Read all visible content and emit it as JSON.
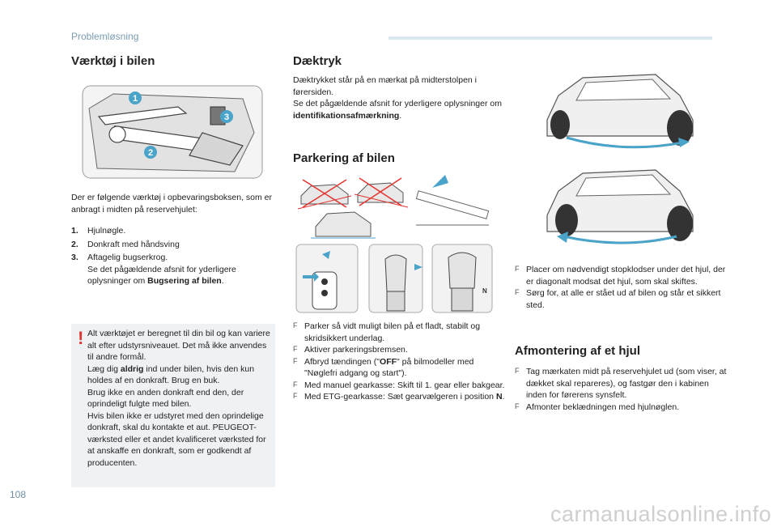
{
  "header": {
    "section": "Problemløsning"
  },
  "page_number": "108",
  "watermark": "carmanualsonline.info",
  "tools": {
    "title": "Værktøj i bilen",
    "callouts": [
      "1",
      "2",
      "3"
    ],
    "intro": "Der er følgende værktøj i opbevaringsboksen, som er anbragt i midten på reservehjulet:",
    "items": [
      {
        "num": "1.",
        "text": "Hjulnøgle."
      },
      {
        "num": "2.",
        "text": "Donkraft med håndsving"
      },
      {
        "num": "3.",
        "text": "Aftagelig bugserkrog.",
        "sub_pre": "Se det pågældende afsnit for yderligere oplysninger om ",
        "sub_bold": "Bugsering af bilen",
        "sub_post": "."
      }
    ]
  },
  "warning": {
    "mark": "!",
    "p1": "Alt værktøjet er beregnet til din bil og kan variere alt efter udstyrsniveauet. Det må ikke anvendes til andre formål.",
    "p2_pre": "Læg dig ",
    "p2_bold": "aldrig",
    "p2_post": " ind under bilen, hvis den kun holdes af en donkraft. Brug en buk.",
    "p3": "Brug ikke en anden donkraft end den, der oprindeligt fulgte med bilen.",
    "p4": "Hvis bilen ikke er udstyret med den oprindelige donkraft, skal du kontakte et aut. PEUGEOT-værksted eller et andet kvalificeret værksted for at anskaffe en donkraft, som er godkendt af producenten."
  },
  "tyre": {
    "title": "Dæktryk",
    "p1": "Dæktrykket står på en mærkat på midterstolpen i førersiden.",
    "p2_pre": "Se det pågældende afsnit for yderligere oplysninger om ",
    "p2_bold": "identifikationsafmærkning",
    "p2_post": "."
  },
  "parking": {
    "title": "Parkering af bilen",
    "gear_n": "N",
    "items": [
      {
        "text": "Parker så vidt muligt bilen på et fladt, stabilt og skridsikkert underlag."
      },
      {
        "text": "Aktiver parkeringsbremsen."
      },
      {
        "pre": "Afbryd tændingen (\"",
        "bold": "OFF",
        "post": "\" på bilmodeller med \"Nøglefri adgang og start\")."
      },
      {
        "text": "Med manuel gearkasse: Skift til 1. gear eller bakgear."
      },
      {
        "pre": "Med ETG-gearkasse: Sæt gearvælgeren i position ",
        "bold": "N",
        "post": "."
      }
    ]
  },
  "chocks": {
    "items": [
      "Placer om nødvendigt stopklodser under det hjul, der er diagonalt modsat det hjul, som skal skiftes.",
      "Sørg for, at alle er stået ud af bilen og står et sikkert sted."
    ]
  },
  "removal": {
    "title": "Afmontering af et hjul",
    "items": [
      "Tag mærkaten midt på reservehjulet ud (som viser, at dækket skal repareres), og fastgør den i kabinen inden for førerens synsfelt.",
      "Afmonter beklædningen med hjulnøglen."
    ]
  },
  "bullet_symbol": "F",
  "colors": {
    "accent": "#4aa3c8",
    "warning_red": "#e3342f",
    "box_bg": "#eef2f4",
    "header": "#7a9cb0"
  }
}
